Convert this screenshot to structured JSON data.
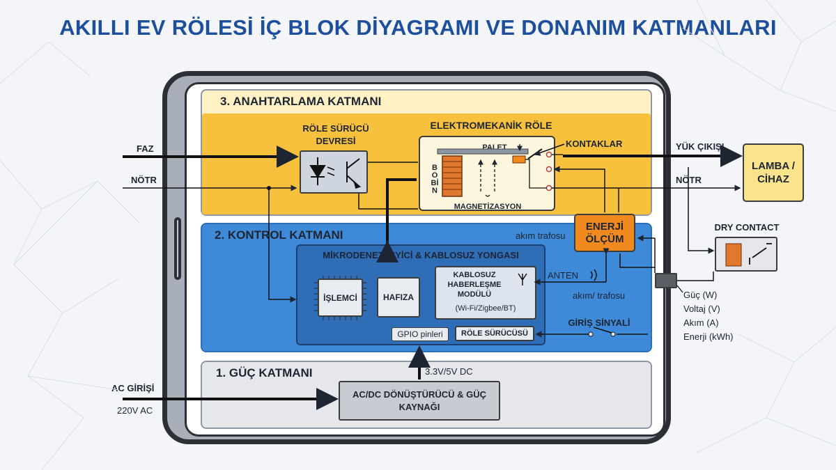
{
  "title": "AKILLI EV RÖLESİ İÇ BLOK DİYAGRAMI VE DONANIM KATMANLARI",
  "layers": {
    "switching": "3. ANAHTARLAMA KATMANI",
    "control": "2. KONTROL KATMANI",
    "power": "1. GÜÇ KATMANI"
  },
  "switching": {
    "driver_title": "RÖLE SÜRÜCÜ DEVRESİ",
    "relay_title": "ELEKTROMEKANİK RÖLE",
    "palet": "PALET",
    "bobin": "BOBİN",
    "magnet": "MAGNETİZASYON",
    "contacts": "KONTAKLAR"
  },
  "inputs": {
    "faz": "FAZ",
    "notr": "NÖTR",
    "ac_in": "AC GİRİŞİ",
    "ac_volt": "220V AC"
  },
  "outputs": {
    "load_out": "YÜK ÇIKIŞI",
    "notr_out": "NÖTR",
    "lamp": "LAMBA / CİHAZ"
  },
  "energy": {
    "label": "ENERJİ ÖLÇÜM",
    "ct_top": "akım trafosu",
    "ct_bottom": "akım/ trafosu",
    "readouts": [
      "Güç (W)",
      "Voltaj (V)",
      "Akım (A)",
      "Enerji (kWh)"
    ]
  },
  "dry_contact": "DRY CONTACT",
  "control": {
    "mcu_title": "MİKRODENETLEYİCİ & KABLOSUZ YONGASI",
    "cpu": "İŞLEMCİ",
    "memory": "HAFIZA",
    "wireless": "KABLOSUZ HABERLEŞME MODÜLÜ",
    "wireless_sub": "(Wi-Fi/Zigbee/BT)",
    "gpio": "GPIO pinleri",
    "relay_drv": "RÖLE SÜRÜCÜSÜ",
    "antenna": "ANTEN",
    "signal_in": "GİRİŞ SİNYALİ"
  },
  "power": {
    "supply": "AC/DC DÖNÜŞTÜRÜCÜ & GÜÇ KAYNAĞI",
    "dc_out": "3.3V/5V DC"
  },
  "colors": {
    "title": "#1d4f9c",
    "switching_layer": "#f7c13e",
    "control_layer": "#3f8ad8",
    "mcu_box": "#2f6db6",
    "energy_box": "#f08a1e",
    "lamp": "#fbe38c"
  }
}
